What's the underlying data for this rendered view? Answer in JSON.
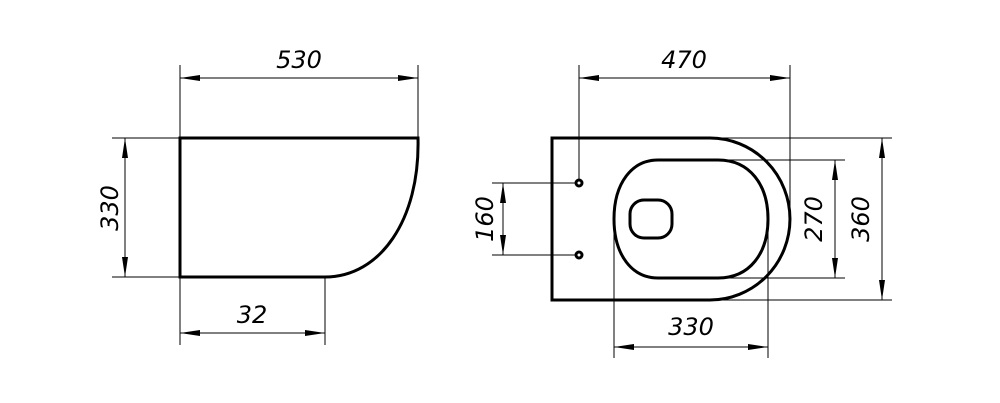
{
  "side_view": {
    "width_label": "530",
    "height_label": "330",
    "depth_label": "32"
  },
  "top_view": {
    "length_label": "470",
    "hole_spacing_label": "160",
    "bowl_width_label": "270",
    "total_width_label": "360",
    "bowl_length_label": "330"
  },
  "colors": {
    "line": "#000000",
    "background": "#ffffff"
  }
}
